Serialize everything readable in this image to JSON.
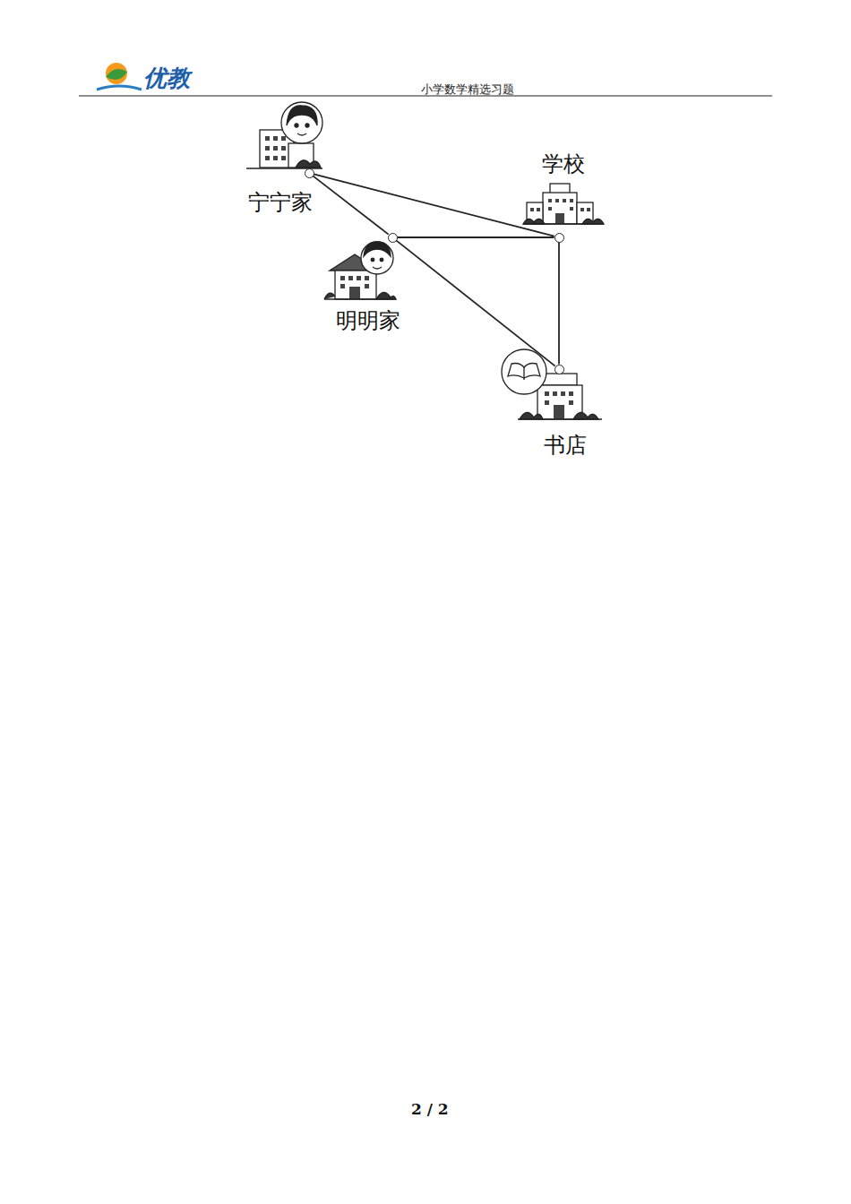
{
  "diagram": {
    "nodes": [
      {
        "text": [
          "宁宁家"
        ]
      },
      {
        "text": [
          "学校"
        ]
      },
      {
        "text": [
          "明明家"
        ]
      },
      {
        "text": [
          "书店"
        ]
      }
    ],
    "edges": [
      {
        "from": 0,
        "to": 1,
        "arrow": "none"
      },
      {
        "from": 0,
        "to": 2,
        "arrow": "none"
      },
      {
        "from": 2,
        "to": 1,
        "arrow": "none"
      },
      {
        "from": 2,
        "to": 3,
        "arrow": "none"
      },
      {
        "from": 1,
        "to": 3,
        "arrow": "none"
      }
    ],
    "labels": [
      "优教",
      "小学数学精选习题",
      "2 / 2"
    ]
  }
}
